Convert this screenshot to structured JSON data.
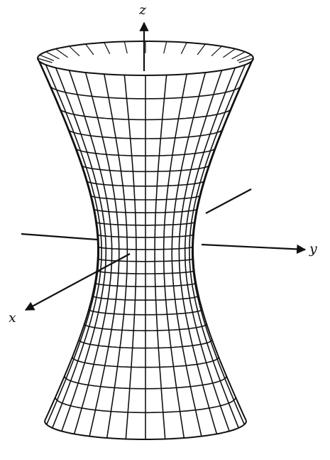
{
  "labels": {
    "z": "z",
    "y": "y",
    "x": "x"
  },
  "surface": {
    "kind": "hyperboloid of one sheet",
    "meridians": 32,
    "parallels": 22
  },
  "colors": {
    "ink": "#111111",
    "background": "#ffffff"
  }
}
